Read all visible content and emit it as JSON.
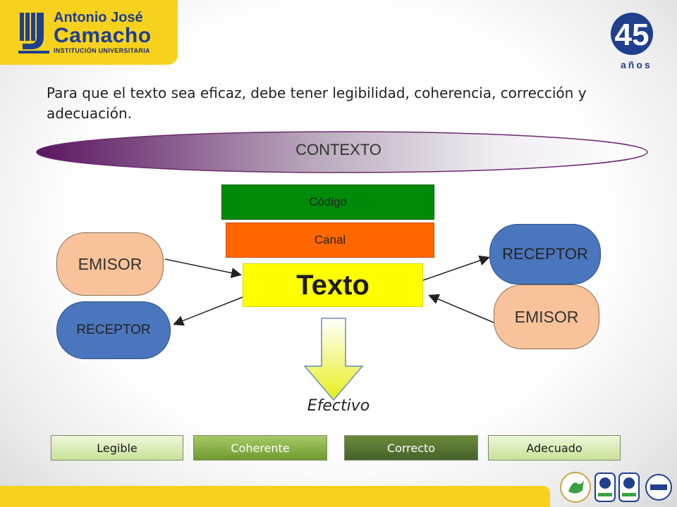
{
  "header": {
    "logo_line1": "Antonio José",
    "logo_line2": "Camacho",
    "logo_line3": "INSTITUCIÓN UNIVERSITARIA",
    "anniversary_number": "45",
    "anniversary_label": "años"
  },
  "intro_text": "Para que el texto sea eficaz, debe tener legibilidad, coherencia, corrección y adecuación.",
  "diagram": {
    "context_label": "CONTEXTO",
    "code_label": "Código",
    "channel_label": "Canal",
    "text_label": "Texto",
    "left_top": "EMISOR",
    "left_bottom": "RECEPTOR",
    "right_top": "RECEPTOR",
    "right_bottom": "EMISOR",
    "result_label": "Efectivo"
  },
  "qualities": [
    "Legible",
    "Coherente",
    "Correcto",
    "Adecuado"
  ],
  "colors": {
    "brand_yellow": "#f6d21e",
    "brand_blue": "#1f3f8f",
    "context_purple": "#5a1460",
    "code_green": "#008a0a",
    "channel_orange": "#ff6600",
    "text_yellow": "#ffff00",
    "peach": "#f8c39a",
    "blue_node": "#4a76bd"
  }
}
